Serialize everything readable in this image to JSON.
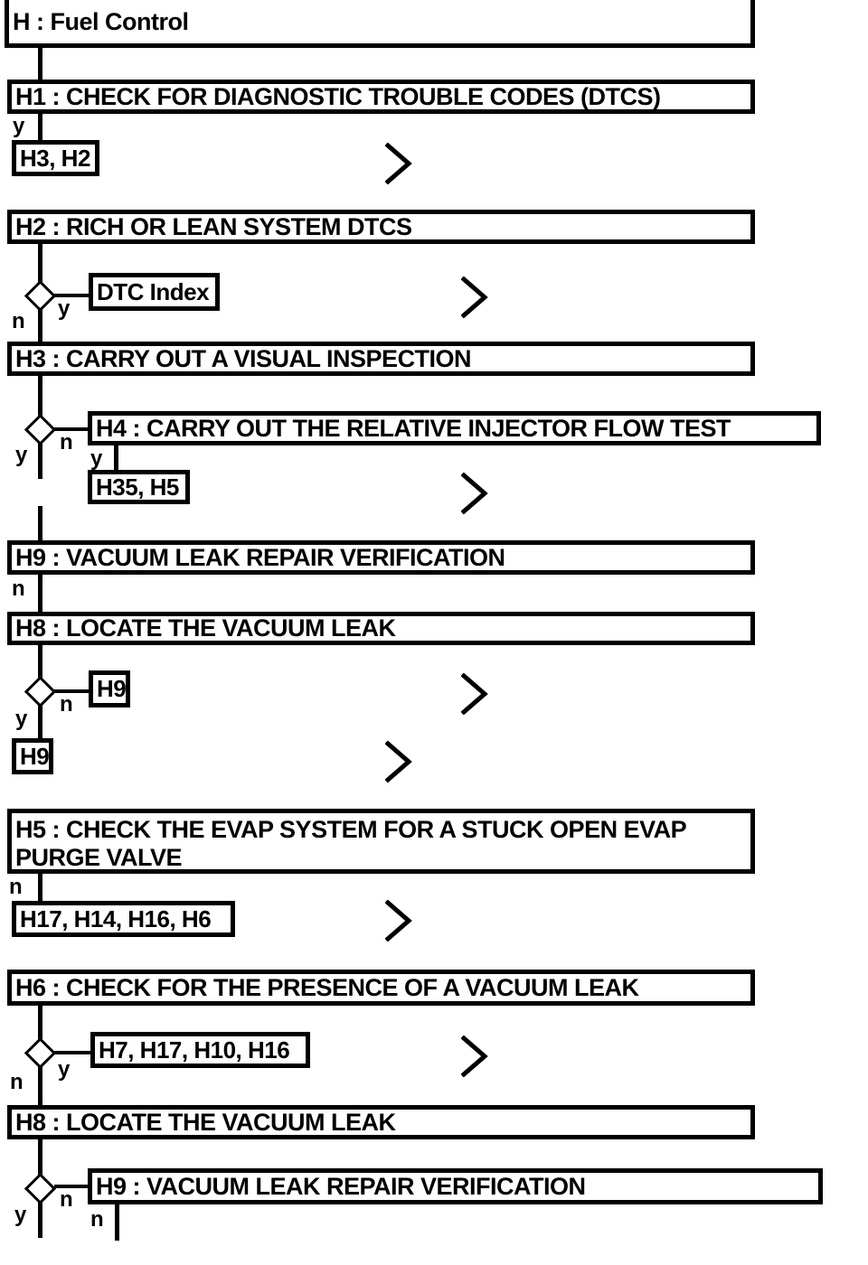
{
  "title": "H : Fuel Control",
  "flow": {
    "h": "H : Fuel Control",
    "h1": "H1 : CHECK FOR DIAGNOSTIC TROUBLE CODES (DTCS)",
    "h1_y_targets": "H3, H2",
    "h2": "H2 : RICH OR LEAN SYSTEM DTCS",
    "h2_y_target": "DTC Index",
    "h3": "H3 : CARRY OUT A VISUAL INSPECTION",
    "h4": "H4 : CARRY OUT THE RELATIVE INJECTOR FLOW TEST",
    "h4_y_targets": "H35, H5",
    "h9_first": "H9 : VACUUM LEAK REPAIR VERIFICATION",
    "h8_first": "H8 : LOCATE THE VACUUM LEAK",
    "h8_n_target": "H9",
    "h8_y_target": "H9",
    "h5": "H5 : CHECK THE EVAP SYSTEM FOR A STUCK OPEN EVAP PURGE VALVE",
    "h5_n_targets": "H17, H14, H16, H6",
    "h6": "H6 : CHECK FOR THE PRESENCE OF A VACUUM LEAK",
    "h6_y_targets": "H7, H17, H10, H16",
    "h8_second": "H8 : LOCATE THE VACUUM LEAK",
    "h9_second": "H9 : VACUUM LEAK REPAIR VERIFICATION"
  },
  "labels": {
    "yes": "y",
    "no": "n"
  },
  "icons": {
    "continue": "chevron-right-icon"
  },
  "colors": {
    "line": "#000000",
    "background": "#ffffff"
  }
}
